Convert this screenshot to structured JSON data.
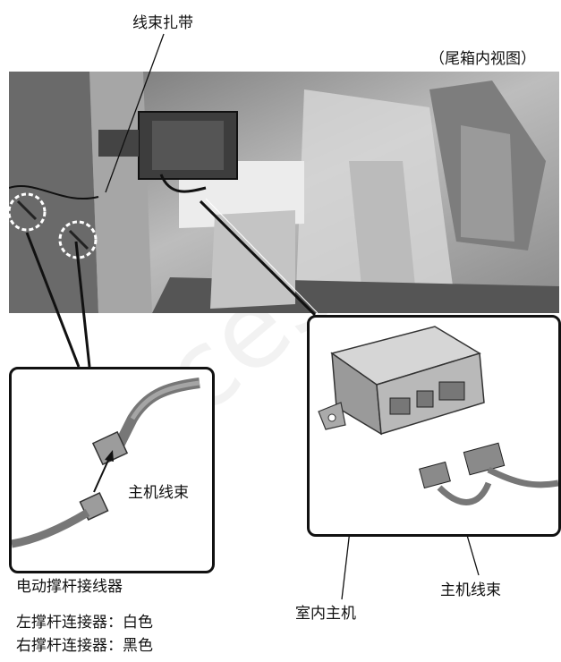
{
  "labels": {
    "cable_tie": "线束扎带",
    "view_note": "（尾箱内视图）",
    "main_harness_left": "主机线束",
    "connector": "电动撑杆接线器",
    "left_connector": "左撑杆连接器：白色",
    "right_connector": "右撑杆连接器：黑色",
    "indoor_host": "室内主机",
    "main_harness_right": "主机线束"
  }
}
